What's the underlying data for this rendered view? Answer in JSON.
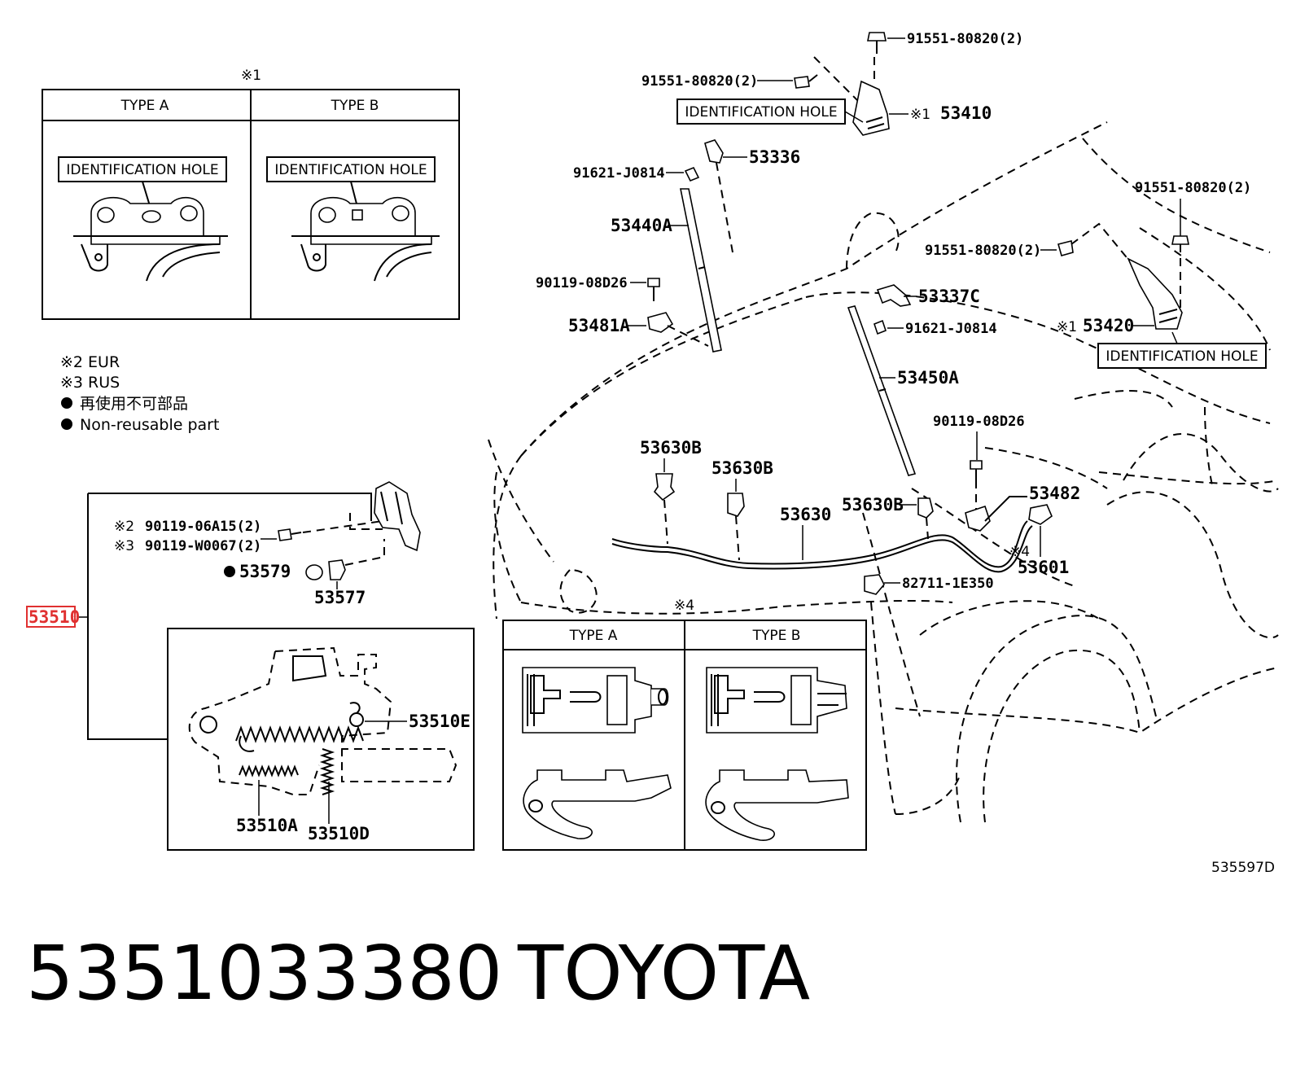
{
  "diagram": {
    "code": "535597D",
    "top_inset": {
      "note": "※1",
      "type_a": "TYPE A",
      "type_b": "TYPE B",
      "id_hole_a": "IDENTIFICATION HOLE",
      "id_hole_b": "IDENTIFICATION HOLE"
    },
    "legend": {
      "eur": "※2 EUR",
      "rus": "※3 RUS",
      "nonreusable_jp": "再使用不可部品",
      "nonreusable_en": "Non-reusable part"
    },
    "labels": {
      "bolt_top_right": "91551-80820(2)",
      "bolt_top_left": "91551-80820(2)",
      "id_hole_hinge_l": "IDENTIFICATION HOLE",
      "hinge_l_note": "※1",
      "hinge_l": "53410",
      "clip_53336": "53336",
      "screw_91621_a": "91621-J0814",
      "support_53440a": "53440A",
      "bolt_right_top": "91551-80820(2)",
      "bolt_right_mid": "91551-80820(2)",
      "clip_53337c": "53337C",
      "clip_90119_a": "90119-08D26",
      "screw_91621_b": "91621-J0814",
      "bracket_53481a": "53481A",
      "hinge_r_note": "※1",
      "hinge_r": "53420",
      "id_hole_hinge_r": "IDENTIFICATION HOLE",
      "support_53450a": "53450A",
      "clip_90119_b": "90119-08D26",
      "clip_53630b_1": "53630B",
      "clip_53630b_2": "53630B",
      "cable_53630": "53630",
      "clip_53630b_3": "53630B",
      "bracket_53482": "53482",
      "eur_note": "※2",
      "bolt_eur": "90119-06A15(2)",
      "rus_note": "※3",
      "bolt_rus": "90119-W0067(2)",
      "np_53579": "53579",
      "cushion_53577": "53577",
      "lock_53510": "53510",
      "note4_a": "※4",
      "handle_53601": "53601",
      "clamp_82711": "82711-1E350",
      "note4_b": "※4",
      "spring_53510e": "53510E",
      "spring_53510a": "53510A",
      "spring_53510d": "53510D",
      "lower_type_a": "TYPE A",
      "lower_type_b": "TYPE B"
    }
  },
  "footer": {
    "part_number": "5351033380",
    "brand": "TOYOTA"
  }
}
